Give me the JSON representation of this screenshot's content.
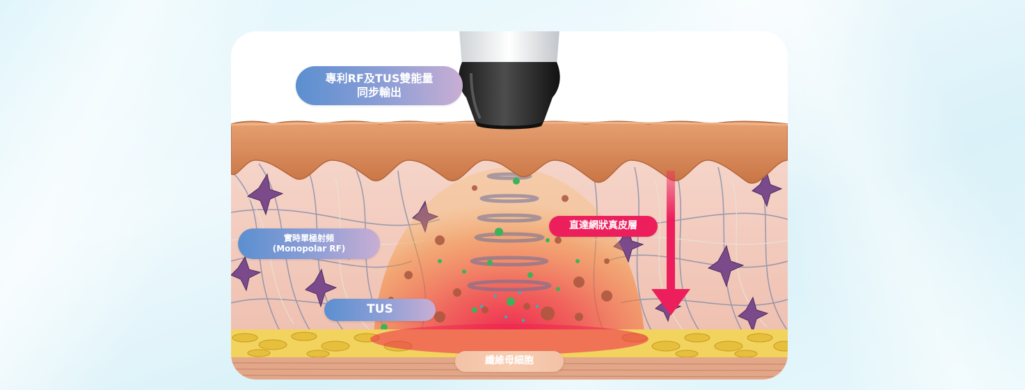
{
  "labels": {
    "dual_energy": "專利RF及TUS雙能量\n同步輸出",
    "monopolar_rf_line1": "實時單極射頻",
    "monopolar_rf_line2": "(Monopolar RF)",
    "tus": "TUS",
    "reach_dermis": "直達網狀真皮層",
    "fibroblast": "纖維母細胞"
  },
  "colors": {
    "accent_pink": "#ec1f5c",
    "label_gradient_start": "#5b8fd0",
    "label_gradient_end": "#c8aed3",
    "fibroblast_label": "#f3c2a6",
    "epidermis": "#d88a5a",
    "dermis": "#f1c7b9",
    "fat_layer": "#f0cf55",
    "heat_zone": "#f07a3c"
  },
  "icons": {
    "device": "rf-tus-handpiece-icon",
    "arrow": "arrow-down-icon"
  }
}
